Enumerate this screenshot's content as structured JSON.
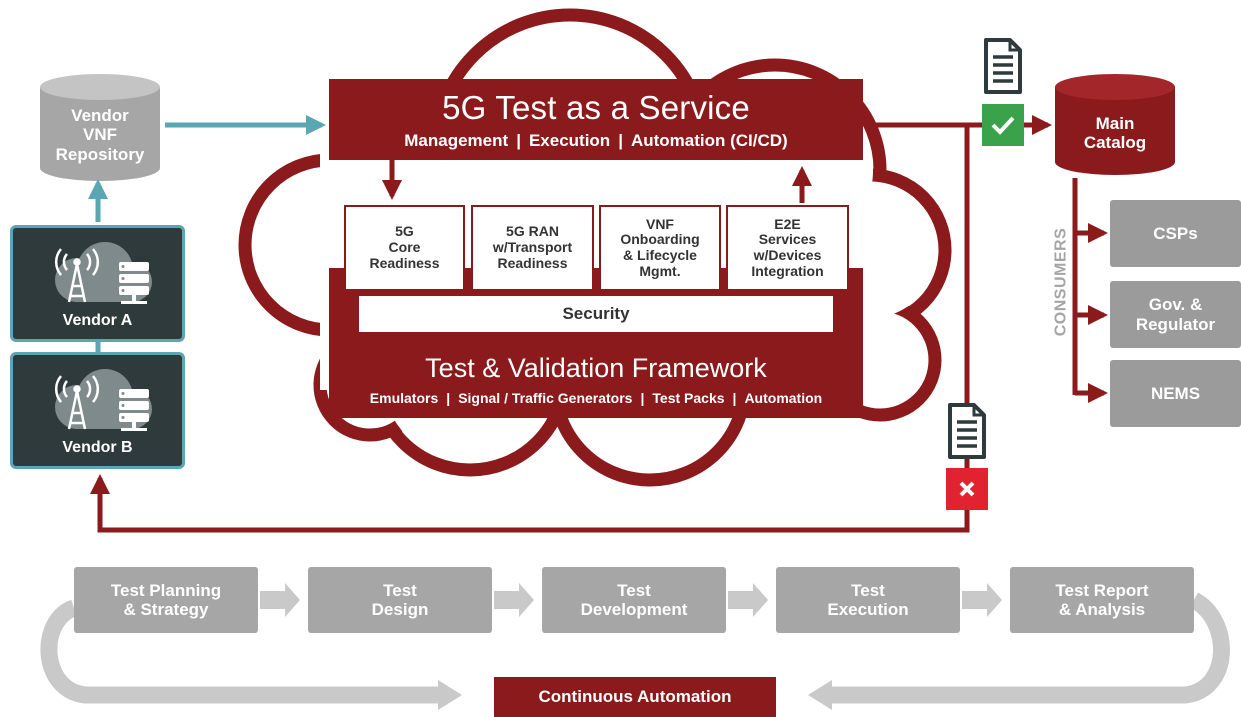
{
  "vendor_repository": {
    "label": "Vendor\nVNF\nRepository"
  },
  "vendors": [
    {
      "label": "Vendor A"
    },
    {
      "label": "Vendor B"
    }
  ],
  "taas": {
    "title": "5G Test as a Service",
    "subtitle_items": [
      "Management",
      "Execution",
      "Automation (CI/CD)"
    ],
    "separator": "|"
  },
  "test_areas": [
    {
      "label": "5G\nCore\nReadiness"
    },
    {
      "label": "5G RAN\nw/Transport\nReadiness"
    },
    {
      "label": "VNF\nOnboarding\n& Lifecycle\nMgmt."
    },
    {
      "label": "E2E\nServices\nw/Devices\nIntegration"
    }
  ],
  "security": {
    "label": "Security"
  },
  "framework": {
    "title": "Test & Validation Framework",
    "items": [
      "Emulators",
      "Signal / Traffic Generators",
      "Test Packs",
      "Automation"
    ]
  },
  "main_catalog": {
    "label": "Main\nCatalog"
  },
  "consumers": {
    "label": "CONSUMERS",
    "items": [
      {
        "label": "CSPs"
      },
      {
        "label": "Gov. &\nRegulator"
      },
      {
        "label": "NEMS"
      }
    ]
  },
  "lifecycle_stages": [
    {
      "label": "Test Planning\n& Strategy"
    },
    {
      "label": "Test\nDesign"
    },
    {
      "label": "Test\nDevelopment"
    },
    {
      "label": "Test\nExecution"
    },
    {
      "label": "Test Report\n& Analysis"
    }
  ],
  "continuous_automation": {
    "label": "Continuous Automation"
  },
  "icons": {
    "approved_document": "document-icon",
    "approved_badge": "check-icon",
    "rejected_document": "document-icon",
    "rejected_badge": "cross-icon",
    "vendor_tower": "cell-tower-icon",
    "vendor_server": "server-icon",
    "vendor_cloud": "cloud-icon"
  },
  "colors": {
    "brand_red": "#8b1a1d",
    "teal": "#5aa6b3",
    "gray": "#a6a6a6",
    "approved_green": "#3aa24a",
    "rejected_red": "#e0232e",
    "vendor_dark": "#2f3a3c"
  }
}
